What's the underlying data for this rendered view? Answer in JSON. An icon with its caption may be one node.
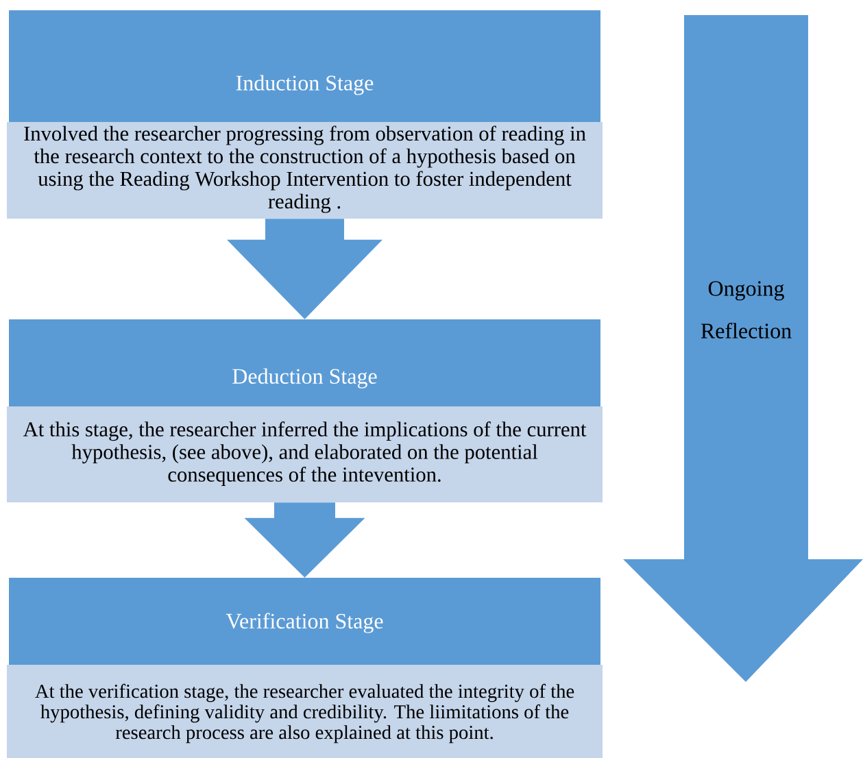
{
  "diagram": {
    "nodes": [
      {
        "text": [
          "Induction Stage",
          "Involved the researcher progressing from observation of reading in the research context to the construction of a hypothesis based on using the Reading Workshop Intervention to foster independent reading ."
        ]
      },
      {
        "text": [
          "Deduction Stage",
          "At this stage, the researcher inferred the implications of the current hypothesis, (see above), and elaborated on the potential consequences of the intevention."
        ]
      },
      {
        "text": [
          "Verification Stage",
          "At the verification stage, the researcher evaluated the integrity of the hypothesis, defining validity and credibility. The liimitations of the research process are also explained at this point."
        ]
      },
      {
        "text": [
          "Ongoing Reflection"
        ]
      }
    ],
    "edges": [
      {
        "from": 0,
        "to": 1,
        "arrow": "to"
      },
      {
        "from": 1,
        "to": 2,
        "arrow": "to"
      }
    ]
  }
}
